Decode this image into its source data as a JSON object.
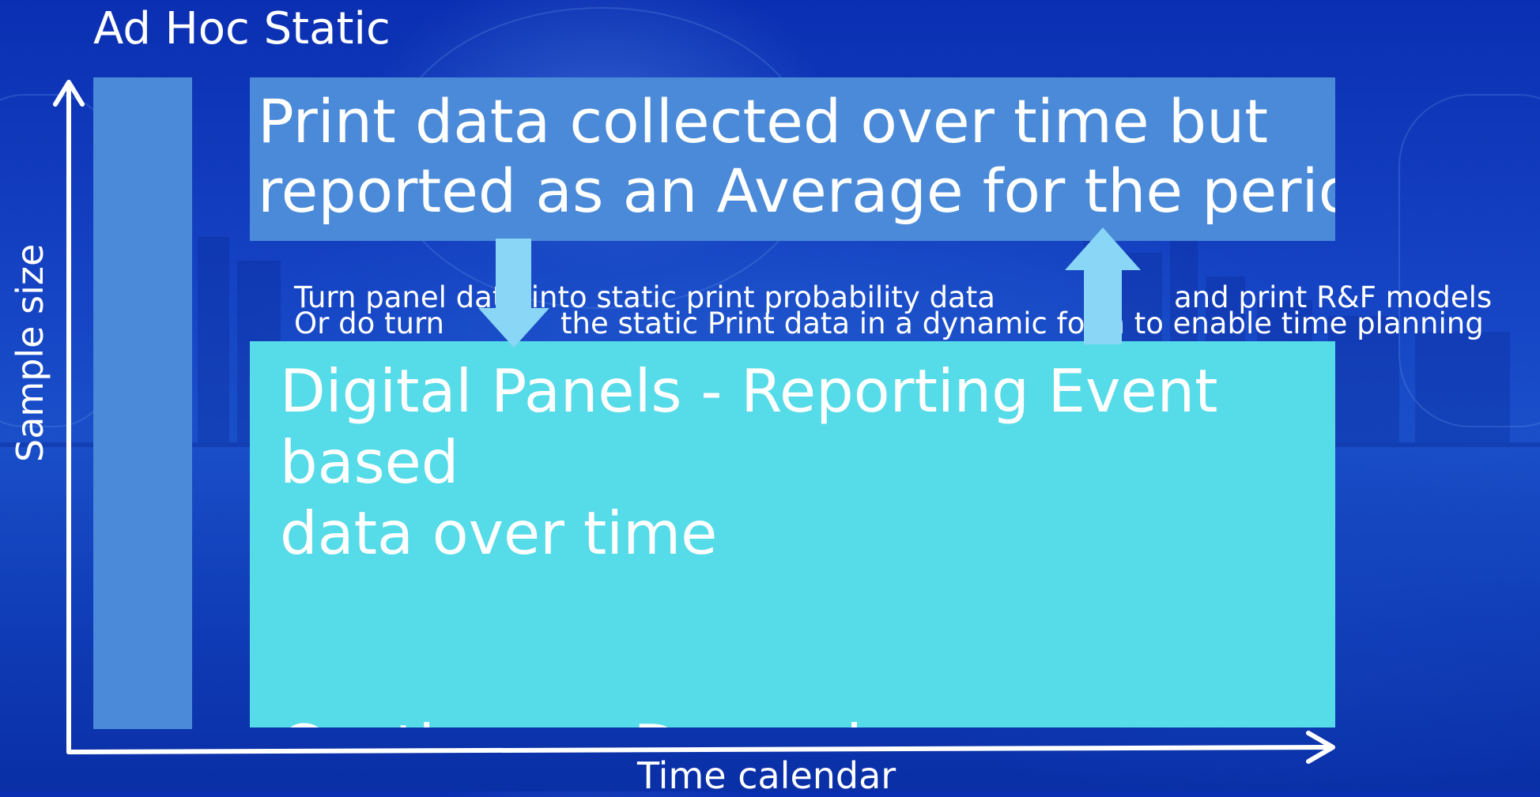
{
  "title": "Ad Hoc Static",
  "print_box": {
    "line1": "Print data collected over time but",
    "line2": "reported as an Average for the period"
  },
  "captions": {
    "turn_panel": "Turn panel data into static print probability data",
    "print_models": "and print R&F models",
    "or_do_turn": "Or do turn",
    "static_print": "the static Print data in a dynamic form to enable time planning"
  },
  "digital_box": {
    "line1": "Digital  Panels - Reporting Event",
    "line2": "based",
    "line3": "data over time",
    "line4": "Continuous Dynamic"
  },
  "axes": {
    "y_label": "Sample size",
    "x_label": "Time calendar"
  },
  "colors": {
    "background": "#1544c4",
    "print_box": "#4a8ad8",
    "digital_box": "#56dbe8",
    "arrows": "#8ad6f6",
    "axis": "#ffffff"
  }
}
